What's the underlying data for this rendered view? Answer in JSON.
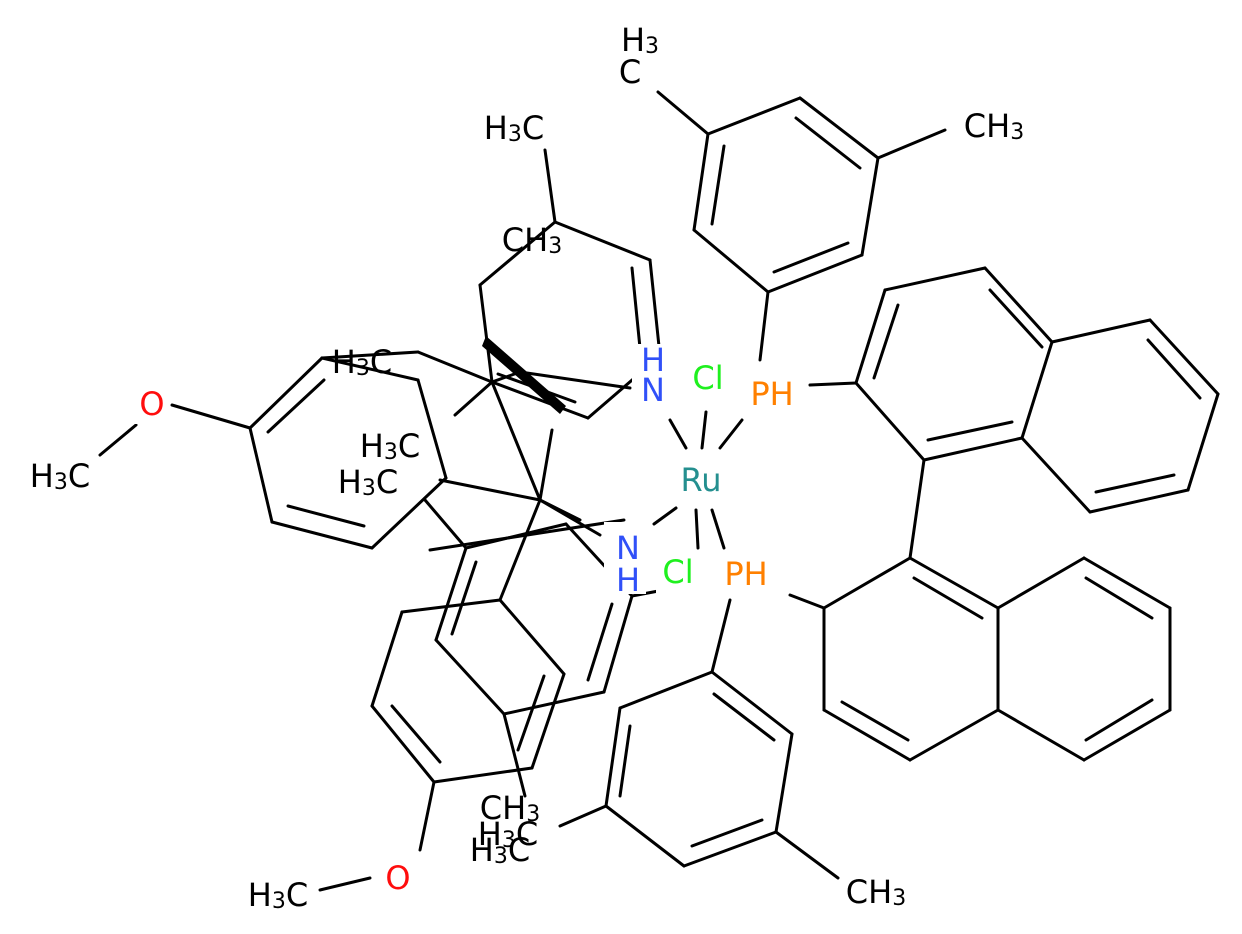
{
  "colors": {
    "carbon": "#000000",
    "oxygen": "#ff0d0d",
    "nitrogen": "#3050f8",
    "phosphorus": "#ff8000",
    "chlorine": "#1ff01f",
    "ruthenium": "#248f8f",
    "background": "#ffffff"
  },
  "atoms": {
    "ru": "Ru",
    "cl_top": "Cl",
    "cl_bottom": "Cl",
    "n_top": "N",
    "n_top_h": "H",
    "n_bottom": "N",
    "n_bottom_h": "H",
    "p_top": "PH",
    "p_bottom": "PH",
    "o_left": "O",
    "o_bottom": "O",
    "h3c_1_main": "H",
    "h3c_1_sub": "3",
    "h3c_1_c": "C",
    "h3c_2_main": "H",
    "h3c_2_sub": "3",
    "h3c_2_c": "C",
    "h3c_3_main": "H",
    "h3c_3_sub": "3",
    "h3c_3_c": "C",
    "h3c_4_main": "H",
    "h3c_4_sub": "3",
    "h3c_4_c": "C",
    "h3c_5_main": "H",
    "h3c_5_sub": "3",
    "h3c_5_c": "C",
    "h3c_6_main": "H",
    "h3c_6_sub": "3",
    "h3c_6_c": "C",
    "h3c_7_main": "H",
    "h3c_7_sub": "3",
    "h3c_7_c": "C",
    "h3c_8_main": "H",
    "h3c_8_sub": "3",
    "h3c_8_c": "C",
    "ch3_1_c": "CH",
    "ch3_1_sub": "3",
    "ch3_2_c": "CH",
    "ch3_2_sub": "3",
    "ch3_3_c": "CH",
    "ch3_3_sub": "3",
    "ch3_4_c": "CH",
    "ch3_4_sub": "3",
    "h3_top_main": "H",
    "h3_top_sub": "3",
    "c_top": "C"
  }
}
